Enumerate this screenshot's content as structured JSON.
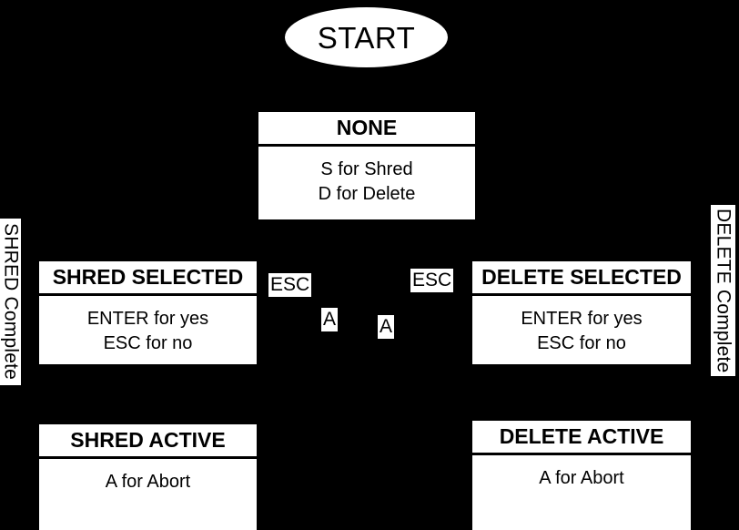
{
  "diagram": {
    "title": "Shred / Delete state machine",
    "background_color": "#000000",
    "node_fill_color": "#ffffff",
    "text_color": "#000000"
  },
  "start": {
    "label": "START",
    "shape": "ellipse"
  },
  "states": [
    {
      "id": "none",
      "title": "NONE",
      "body_lines": [
        "S for Shred",
        "D for Delete"
      ]
    },
    {
      "id": "shred-selected",
      "title": "SHRED SELECTED",
      "body_lines": [
        "ENTER for yes",
        "ESC for no"
      ]
    },
    {
      "id": "delete-selected",
      "title": "DELETE SELECTED",
      "body_lines": [
        "ENTER for yes",
        "ESC for no"
      ]
    },
    {
      "id": "shred-active",
      "title": "SHRED ACTIVE",
      "body_lines": [
        "A for Abort"
      ]
    },
    {
      "id": "delete-active",
      "title": "DELETE ACTIVE",
      "body_lines": [
        "A for Abort"
      ]
    }
  ],
  "edge_labels": {
    "esc_left": "ESC",
    "esc_right": "ESC",
    "abort_left": "A",
    "abort_right": "A"
  },
  "completion_labels": {
    "shred": "SHRED Complete",
    "delete": "DELETE Complete"
  }
}
